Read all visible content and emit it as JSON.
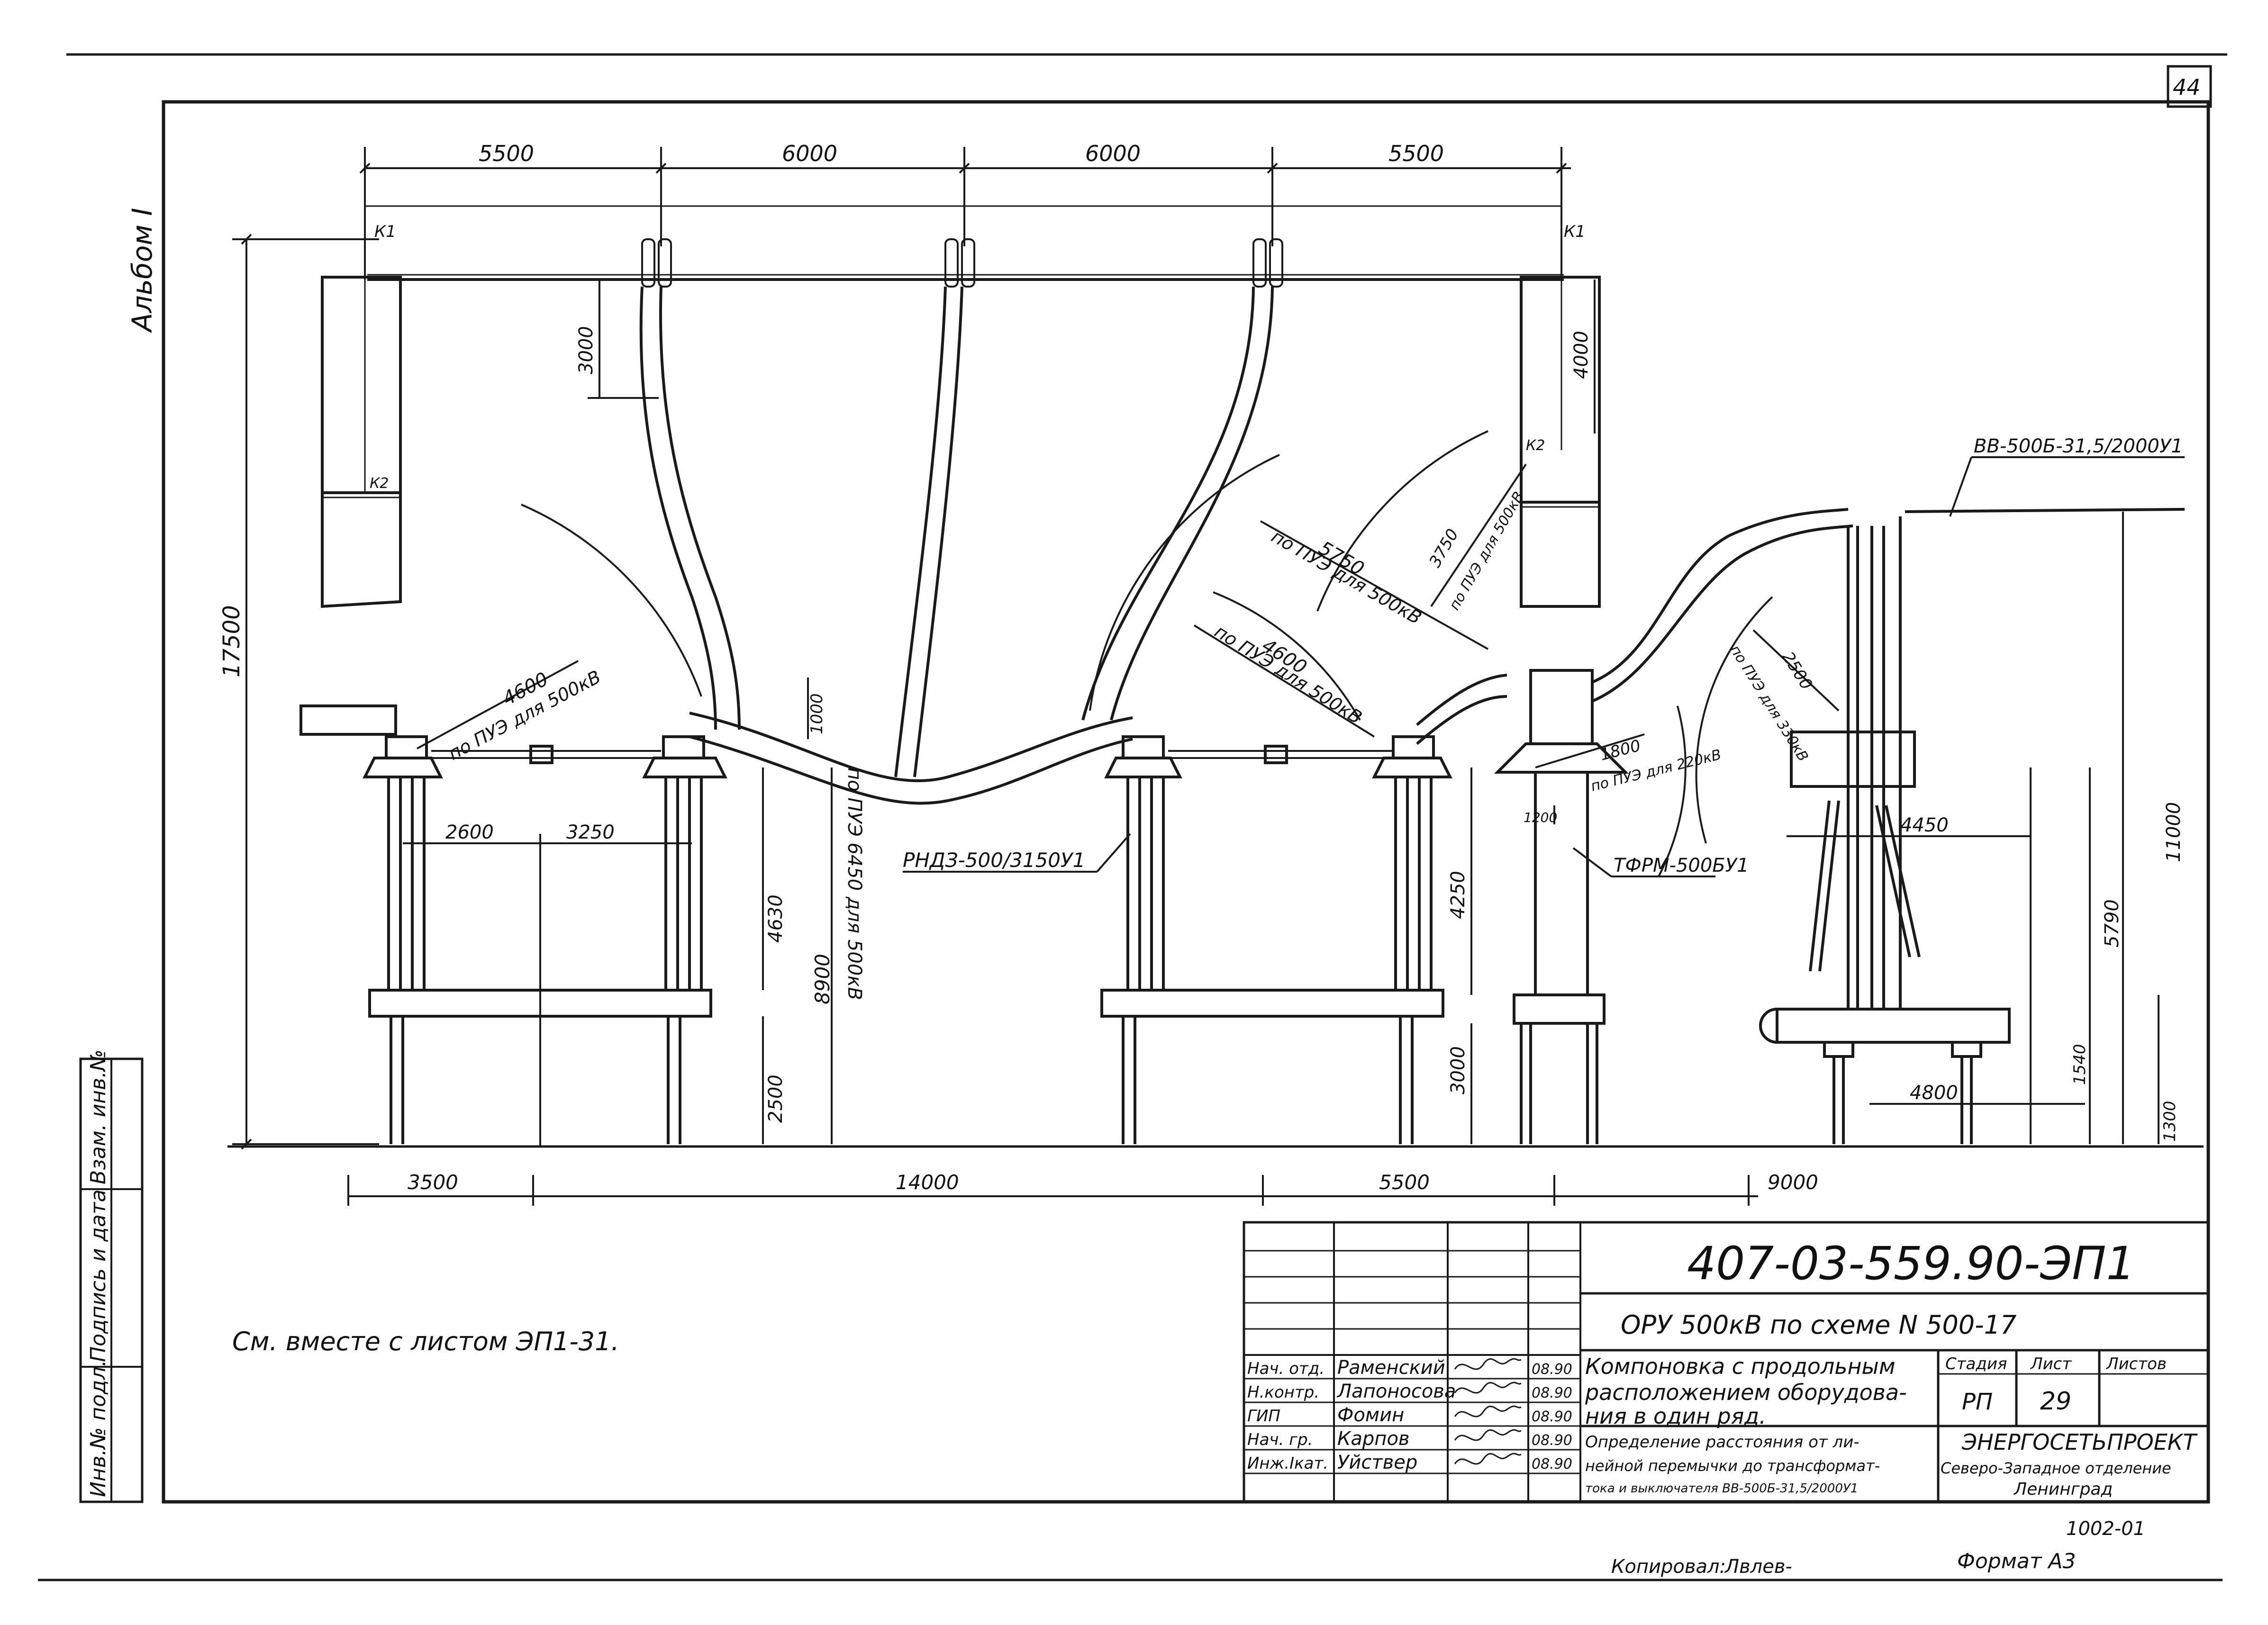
{
  "sheet_number": "44",
  "album_label": "Альбом I",
  "dimensions": {
    "top": [
      "5500",
      "6000",
      "6000",
      "5500"
    ],
    "bottom": [
      "3500",
      "14000",
      "5500",
      "9000"
    ],
    "left_height": "17500",
    "drop_3000": "3000",
    "drop_4000": "4000",
    "d_1000": "1000",
    "d_2600": "2600",
    "d_3250": "3250",
    "d_4630": "4630",
    "d_2500": "2500",
    "d_8900": "8900",
    "d_8900_note": "по ПУЭ 6450 для 500кВ",
    "d_4250": "4250",
    "d_3000b": "3000",
    "d_1200": "1200",
    "d_4450": "4450",
    "d_11000": "11000",
    "d_5790": "5790",
    "d_1540": "1540",
    "d_4800": "4800",
    "d_1300": "1300"
  },
  "clearances": {
    "c1_value": "4600",
    "c1_note": "по ПУЭ для 500кВ",
    "c2_value": "5750",
    "c2_note": "по ПУЭ для 500кВ",
    "c3_value": "4600",
    "c3_note": "по ПУЭ для 500кВ",
    "c4_value": "3750",
    "c4_note": "по ПУЭ для 500кВ",
    "c5_value": "1800",
    "c5_note": "по ПУЭ для 220кВ",
    "c6_value": "2500",
    "c6_note": "по ПУЭ для 330кВ"
  },
  "markers": {
    "k1_left": "К1",
    "k1_right": "К1",
    "k2_left": "К2",
    "k2_right": "К2"
  },
  "equipment": {
    "disconnector": "РНДЗ-500/3150У1",
    "current_transformer": "ТФРМ-500БУ1",
    "breaker": "ВВ-500Б-31,5/2000У1"
  },
  "note": "См. вместе с листом ЭП1-31.",
  "side_stamp": [
    "Инв.№ подл.",
    "Подпись и дата",
    "Взам. инв.№"
  ],
  "title_block": {
    "code": "407-03-559.90-ЭП1",
    "project": "ОРУ 500кВ по схеме N 500-17",
    "title_lines": [
      "Компоновка с продольным",
      "расположением оборудова-",
      "ния в один ряд."
    ],
    "subtitle_lines": [
      "Определение расстояния от ли-",
      "нейной перемычки до трансформат-",
      "тока и выключателя ВВ-500Б-31,5/2000У1"
    ],
    "headers": {
      "stage": "Стадия",
      "sheet": "Лист",
      "sheets": "Листов"
    },
    "stage": "РП",
    "sheet": "29",
    "sheets": "",
    "org_name": "ЭНЕРГОСЕТЬПРОЕКТ",
    "org_branch": "Северо-Западное отделение",
    "org_city": "Ленинград",
    "staff": [
      {
        "role": "Нач. отд.",
        "name": "Раменский",
        "date": "08.90"
      },
      {
        "role": "Н.контр.",
        "name": "Лапоносова",
        "date": "08.90"
      },
      {
        "role": "ГИП",
        "name": "Фомин",
        "date": "08.90"
      },
      {
        "role": "Нач. гр.",
        "name": "Карпов",
        "date": "08.90"
      },
      {
        "role": "Инж.Iкат.",
        "name": "Уйствер",
        "date": "08.90"
      }
    ]
  },
  "footer": {
    "copied": "Копировал:",
    "copier": "Лвлев-",
    "format": "Формат А3",
    "order": "1002-01"
  }
}
